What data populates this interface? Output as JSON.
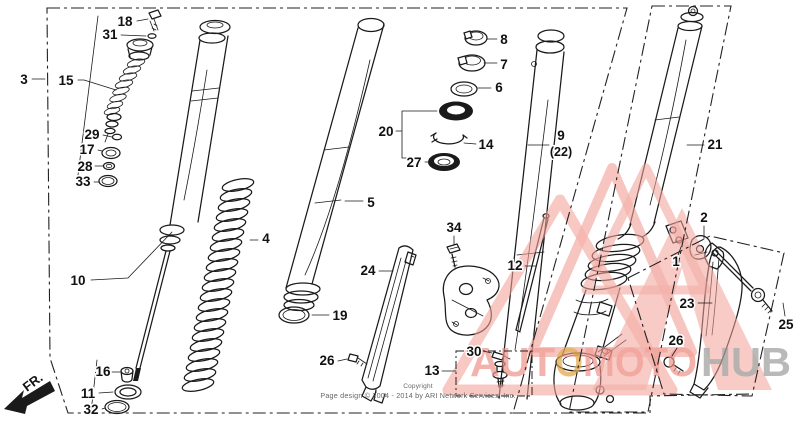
{
  "canvas": {
    "background": "#ffffff",
    "ink": "#1a1a1a"
  },
  "direction": {
    "label": "FR."
  },
  "footer": {
    "line1": "Copyright",
    "line2": "Page design © 2004 - 2014 by ARI Network Services, Inc."
  },
  "watermark": {
    "brand_part1": "AUT",
    "brand_part2": "O",
    "brand_part3": "MOTO",
    "brand_part4": "HUB",
    "salmon": "#ee9187",
    "orange": "#dfa23f",
    "gray": "#9b9b9b",
    "triangle_color": "#f2a29a"
  },
  "labels": {
    "n18": "18",
    "n31": "31",
    "n3": "3",
    "n15": "15",
    "n29": "29",
    "n17": "17",
    "n28": "28",
    "n33": "33",
    "n10": "10",
    "n16": "16",
    "n11": "11",
    "n32": "32",
    "n4": "4",
    "n5": "5",
    "n19": "19",
    "n24": "24",
    "n26a": "26",
    "n8": "8",
    "n7": "7",
    "n6": "6",
    "n20": "20",
    "n14": "14",
    "n27": "27",
    "n34": "34",
    "n12": "12",
    "n13": "13",
    "n30": "30",
    "n9": "9",
    "n22": "(22)",
    "n21": "21",
    "n2": "2",
    "n1": "1",
    "n23": "23",
    "n25": "25",
    "n26b": "26"
  }
}
